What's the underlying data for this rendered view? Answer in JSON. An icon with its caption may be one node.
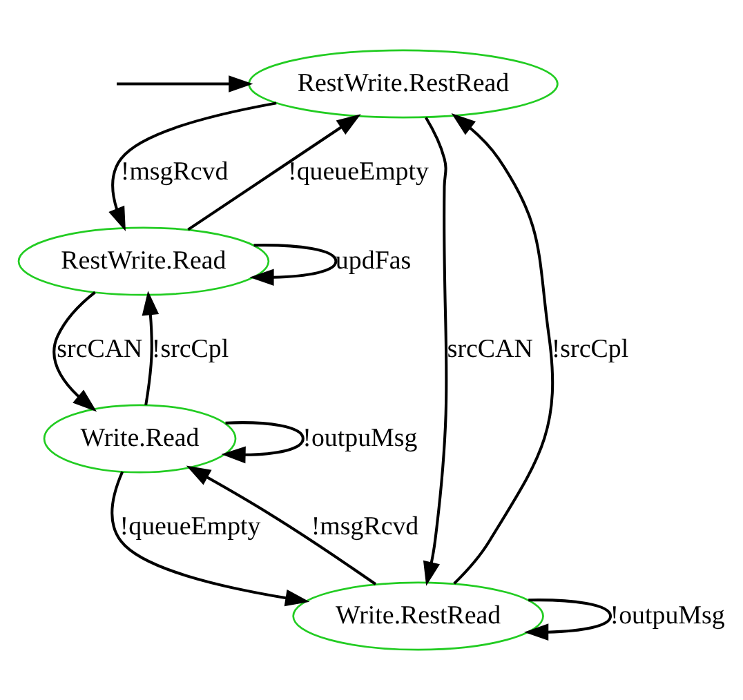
{
  "diagram": {
    "nodes": [
      {
        "text": [
          "RestWrite.RestRead"
        ]
      },
      {
        "text": [
          "RestWrite.Read"
        ]
      },
      {
        "text": [
          "Write.Read"
        ]
      },
      {
        "text": [
          "Write.RestRead"
        ]
      }
    ],
    "edges": [
      {
        "from": null,
        "to": 0,
        "arrow": "to"
      },
      {
        "from": 0,
        "to": 1,
        "arrow": "to",
        "label": "!msgRcvd"
      },
      {
        "from": 1,
        "to": 0,
        "arrow": "to",
        "label": "!queueEmpty"
      },
      {
        "from": 1,
        "to": 1,
        "arrow": "to",
        "label": "updFas"
      },
      {
        "from": 1,
        "to": 2,
        "arrow": "to",
        "label": "srcCAN"
      },
      {
        "from": 2,
        "to": 1,
        "arrow": "to",
        "label": "!srcCpl"
      },
      {
        "from": 2,
        "to": 2,
        "arrow": "to",
        "label": "!outpuMsg"
      },
      {
        "from": 0,
        "to": 3,
        "arrow": "to",
        "label": "srcCAN"
      },
      {
        "from": 3,
        "to": 0,
        "arrow": "to",
        "label": "!srcCpl"
      },
      {
        "from": 2,
        "to": 3,
        "arrow": "to",
        "label": "!queueEmpty"
      },
      {
        "from": 3,
        "to": 2,
        "arrow": "to",
        "label": "!msgRcvd"
      },
      {
        "from": 3,
        "to": 3,
        "arrow": "to",
        "label": "!outpuMsg"
      }
    ]
  }
}
